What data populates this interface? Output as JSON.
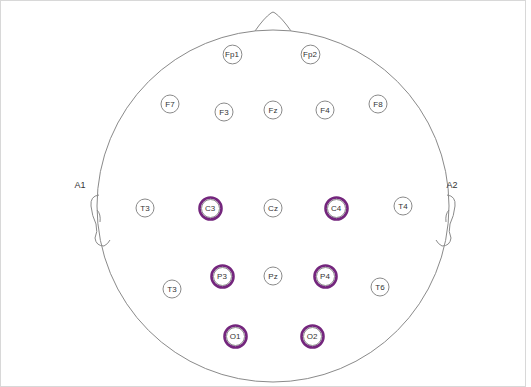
{
  "diagram": {
    "nodes": [
      {
        "text": [
          "Fp1"
        ]
      },
      {
        "text": [
          "Fp2"
        ]
      },
      {
        "text": [
          "F7"
        ]
      },
      {
        "text": [
          "F3"
        ]
      },
      {
        "text": [
          "Fz"
        ]
      },
      {
        "text": [
          "F4"
        ]
      },
      {
        "text": [
          "F8"
        ]
      },
      {
        "text": [
          "T3"
        ]
      },
      {
        "text": [
          "C3"
        ]
      },
      {
        "text": [
          "Cz"
        ]
      },
      {
        "text": [
          "C4"
        ]
      },
      {
        "text": [
          "T4"
        ]
      },
      {
        "text": [
          "T3"
        ]
      },
      {
        "text": [
          "P3"
        ]
      },
      {
        "text": [
          "Pz"
        ]
      },
      {
        "text": [
          "P4"
        ]
      },
      {
        "text": [
          "T6"
        ]
      },
      {
        "text": [
          "O1"
        ]
      },
      {
        "text": [
          "O2"
        ]
      }
    ],
    "labels": [
      "A1",
      "A2"
    ]
  }
}
